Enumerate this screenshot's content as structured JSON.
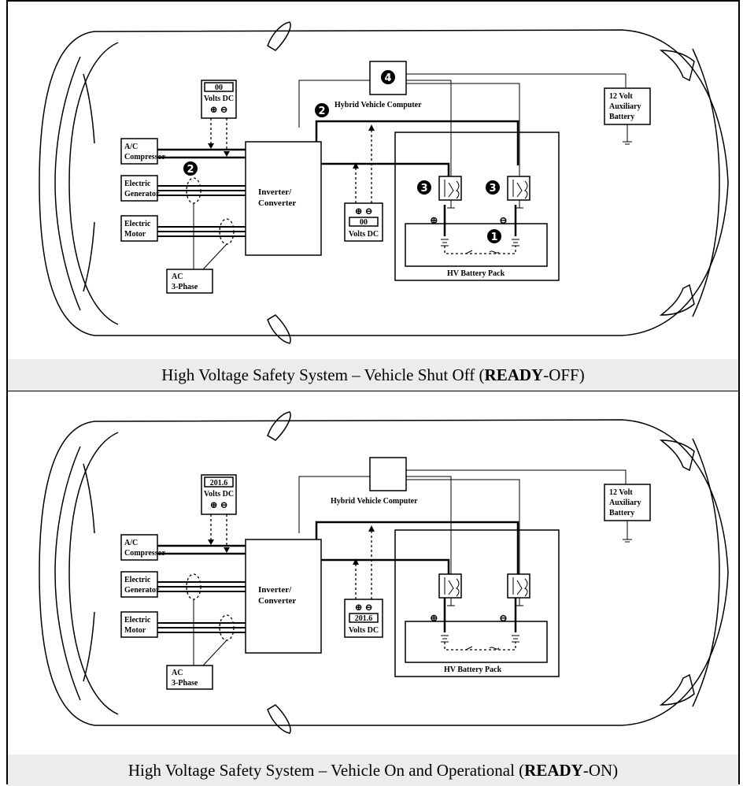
{
  "panels": [
    {
      "caption": {
        "pre": "High Voltage Safety System – Vehicle Shut Off (",
        "bold": "READY",
        "post": "-OFF)"
      },
      "labels": {
        "ac_compressor_1": "A/C",
        "ac_compressor_2": "Compressor",
        "generator_1": "Electric",
        "generator_2": "Generator",
        "motor_1": "Electric",
        "motor_2": "Motor",
        "inverter_1": "Inverter/",
        "inverter_2": "Converter",
        "hv_computer": "Hybrid Vehicle Computer",
        "aux_1": "12 Volt",
        "aux_2": "Auxiliary",
        "aux_3": "Battery",
        "ac3_1": "AC",
        "ac3_2": "3-Phase",
        "hv_pack": "HV Battery Pack"
      },
      "meter_top": {
        "value": "00",
        "unit": "Volts DC",
        "symbols": "⊕ ⊖"
      },
      "meter_mid": {
        "value": "00",
        "unit": "Volts DC",
        "symbols": "⊕ ⊖"
      },
      "badges": {
        "b1": "1",
        "b2": "2",
        "b3": "3",
        "b4": "4"
      }
    },
    {
      "caption": {
        "pre": "High Voltage Safety System – Vehicle On and Operational (",
        "bold": "READY",
        "post": "-ON)"
      },
      "labels": {
        "ac_compressor_1": "A/C",
        "ac_compressor_2": "Compressor",
        "generator_1": "Electric",
        "generator_2": "Generator",
        "motor_1": "Electric",
        "motor_2": "Motor",
        "inverter_1": "Inverter/",
        "inverter_2": "Converter",
        "hv_computer": "Hybrid Vehicle Computer",
        "aux_1": "12 Volt",
        "aux_2": "Auxiliary",
        "aux_3": "Battery",
        "ac3_1": "AC",
        "ac3_2": "3-Phase",
        "hv_pack": "HV Battery Pack"
      },
      "meter_top": {
        "value": "201.6",
        "unit": "Volts DC",
        "symbols": "⊕ ⊖"
      },
      "meter_mid": {
        "value": "201.6",
        "unit": "Volts DC",
        "symbols": "⊕ ⊖"
      },
      "terminal_pos": "⊕",
      "terminal_neg": "⊖"
    }
  ],
  "terminal_pos": "⊕",
  "terminal_neg": "⊖"
}
